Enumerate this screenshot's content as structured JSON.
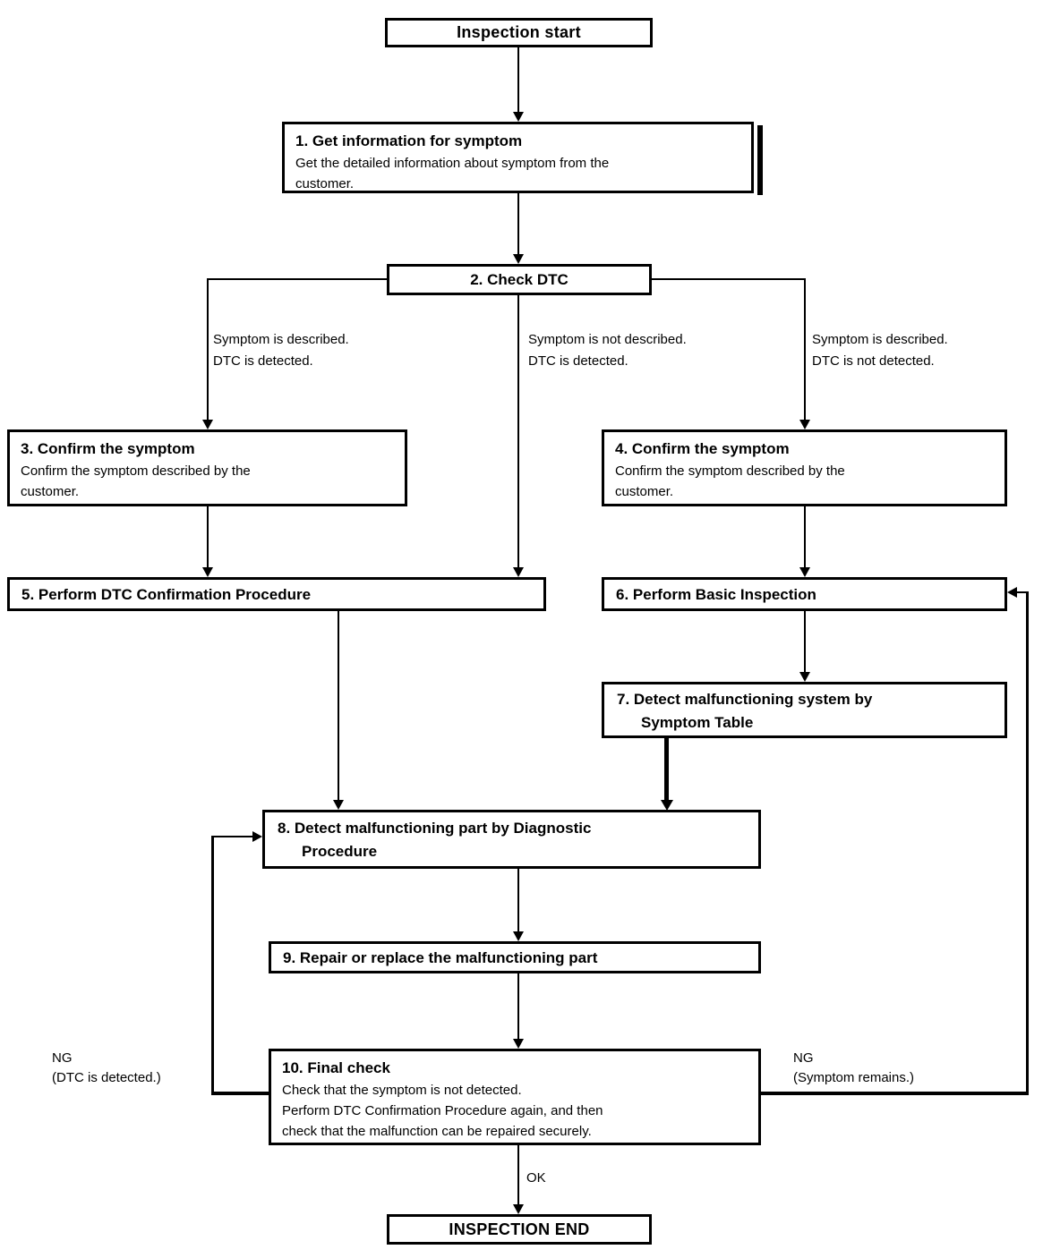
{
  "diagram_type": "troubleshooting-flowchart",
  "colors": {
    "line": "#000000",
    "background": "#ffffff",
    "text": "#000000"
  },
  "nodes": {
    "start": {
      "label": "Inspection start"
    },
    "step1": {
      "title": "1. Get information for symptom",
      "body": [
        "Get the detailed information about symptom from the",
        "customer."
      ]
    },
    "step2": {
      "title": "2. Check DTC"
    },
    "step3": {
      "title": "3. Confirm the symptom",
      "body": [
        "Confirm the symptom described by the",
        "customer."
      ]
    },
    "step4": {
      "title": "4. Confirm the symptom",
      "body": [
        "Confirm the symptom described by the",
        "customer."
      ]
    },
    "step5": {
      "title": "5. Perform DTC Confirmation Procedure"
    },
    "step6": {
      "title": "6. Perform Basic Inspection"
    },
    "step7": {
      "title_lines": [
        "7. Detect malfunctioning system by",
        "Symptom Table"
      ]
    },
    "step8": {
      "title_lines": [
        "8. Detect malfunctioning part by Diagnostic",
        "Procedure"
      ]
    },
    "step9": {
      "title": "9. Repair or replace the malfunctioning part"
    },
    "step10": {
      "title": "10. Final check",
      "body": [
        "Check that the symptom is not detected.",
        "Perform DTC Confirmation Procedure again, and then",
        "check that the malfunction can be repaired securely."
      ]
    },
    "end": {
      "label": "INSPECTION END"
    }
  },
  "branch_labels": {
    "left": [
      "Symptom is described.",
      "DTC is detected."
    ],
    "middle": [
      "Symptom is not described.",
      "DTC is detected."
    ],
    "right": [
      "Symptom is described.",
      "DTC is not detected."
    ]
  },
  "edge_labels": {
    "ok": "OK",
    "ng_left": [
      "NG",
      "(DTC is detected.)"
    ],
    "ng_right": [
      "NG",
      "(Symptom remains.)"
    ]
  }
}
